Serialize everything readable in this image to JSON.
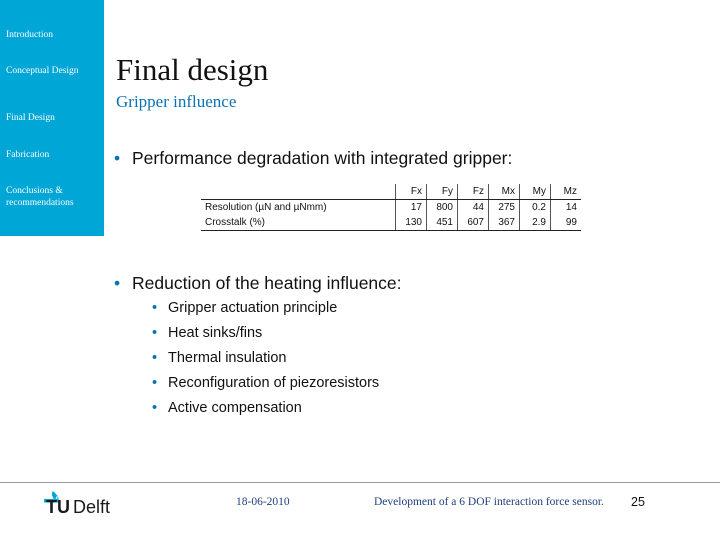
{
  "sidebar": {
    "items": [
      {
        "label": "Introduction"
      },
      {
        "label": "Conceptual Design"
      },
      {
        "label": "Final Design"
      },
      {
        "label": "Fabrication"
      },
      {
        "label": "Conclusions & recommendations"
      }
    ]
  },
  "slide": {
    "title": "Final design",
    "subtitle": "Gripper influence",
    "bullets": [
      {
        "text": "Performance degradation with integrated gripper:"
      },
      {
        "text": "Reduction of the heating influence:",
        "subitems": [
          "Gripper actuation principle",
          "Heat sinks/fins",
          "Thermal insulation",
          "Reconfiguration of piezoresistors",
          "Active compensation"
        ]
      }
    ]
  },
  "table": {
    "columns": [
      "Fx",
      "Fy",
      "Fz",
      "Mx",
      "My",
      "Mz"
    ],
    "rows": [
      {
        "label": "Resolution (µN and µNmm)",
        "values": [
          "17",
          "800",
          "44",
          "275",
          "0.2",
          "14"
        ]
      },
      {
        "label": "Crosstalk (%)",
        "values": [
          "130",
          "451",
          "607",
          "367",
          "2.9",
          "99"
        ]
      }
    ]
  },
  "footer": {
    "logo_text": "TUDelft",
    "date": "18-06-2010",
    "title": "Development of a 6 DOF interaction force sensor.",
    "page": "25"
  },
  "colors": {
    "sidebar": "#00a6d6",
    "accent": "#0b72b5",
    "footer_text": "#1f3f7f"
  }
}
